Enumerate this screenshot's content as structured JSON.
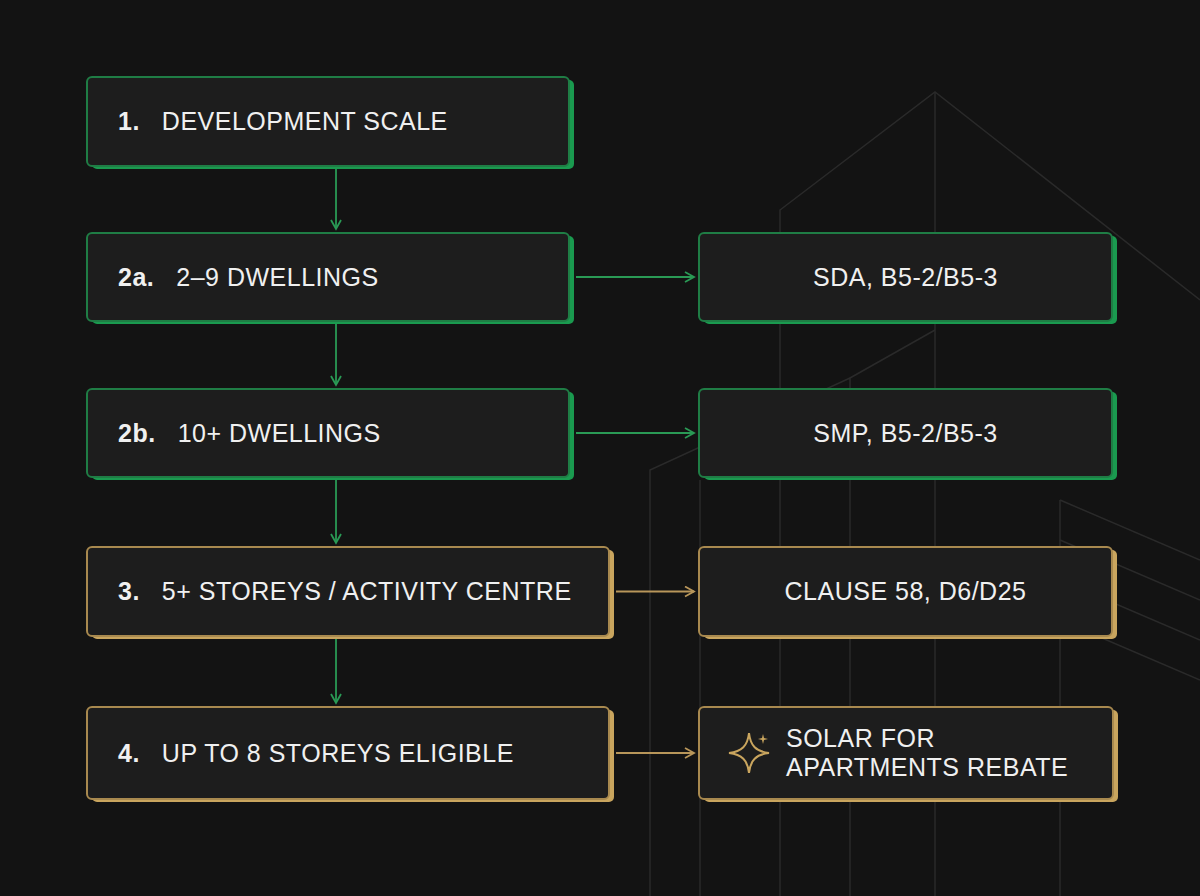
{
  "diagram": {
    "nodes": [
      {
        "text": [
          "1.",
          "DEVELOPMENT SCALE"
        ]
      },
      {
        "text": [
          "2a.",
          "2–9 DWELLINGS"
        ]
      },
      {
        "text": [
          "SDA, B5-2/B5-3"
        ]
      },
      {
        "text": [
          "2b.",
          "10+ DWELLINGS"
        ]
      },
      {
        "text": [
          "SMP, B5-2/B5-3"
        ]
      },
      {
        "text": [
          "3.",
          "5+ STOREYS / ACTIVITY CENTRE"
        ]
      },
      {
        "text": [
          "CLAUSE 58, D6/D25"
        ]
      },
      {
        "text": [
          "4.",
          "UP TO 8 STOREYS ELIGIBLE"
        ]
      },
      {
        "text": [
          "SOLAR FOR APARTMENTS REBATE"
        ]
      }
    ],
    "edges": [
      {
        "from": 0,
        "to": 1,
        "arrow": "to"
      },
      {
        "from": 1,
        "to": 2,
        "arrow": "to"
      },
      {
        "from": 1,
        "to": 3,
        "arrow": "to"
      },
      {
        "from": 3,
        "to": 4,
        "arrow": "to"
      },
      {
        "from": 3,
        "to": 5,
        "arrow": "to"
      },
      {
        "from": 5,
        "to": 6,
        "arrow": "to"
      },
      {
        "from": 5,
        "to": 7,
        "arrow": "to"
      },
      {
        "from": 7,
        "to": 8,
        "arrow": "to"
      }
    ]
  }
}
